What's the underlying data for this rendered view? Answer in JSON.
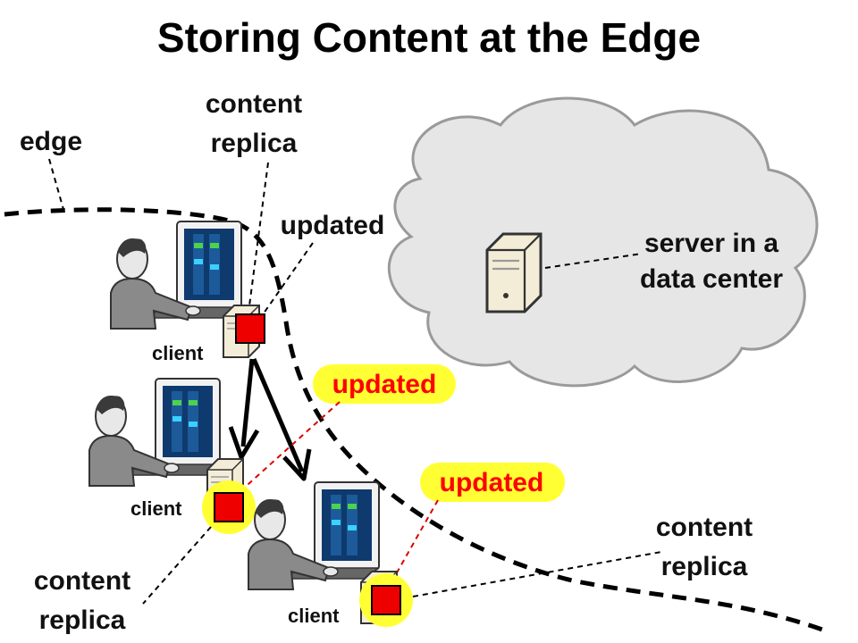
{
  "title": "Storing Content at the Edge",
  "labels": {
    "edge": "edge",
    "content_replica_top": [
      "content",
      "replica"
    ],
    "updated_top": "updated",
    "server": [
      "server in a",
      "data center"
    ],
    "client_1": "client",
    "client_2": "client",
    "client_3": "client",
    "updated_badge_1": "updated",
    "updated_badge_2": "updated",
    "content_replica_right": [
      "content",
      "replica"
    ],
    "content_replica_left": [
      "content",
      "replica"
    ]
  },
  "colors": {
    "title": "#000000",
    "text": "#111111",
    "cloud_fill": "#e6e6e6",
    "cloud_stroke": "#9a9a9a",
    "replica_square": "#ee0000",
    "highlight": "#ffff33",
    "badge_text": "#ff0000",
    "red_dash": "#dd0000"
  },
  "icons": {
    "user": "person-at-computer-icon",
    "replica": "red-square-icon",
    "server": "server-tower-icon",
    "cloud": "cloud-shape"
  }
}
